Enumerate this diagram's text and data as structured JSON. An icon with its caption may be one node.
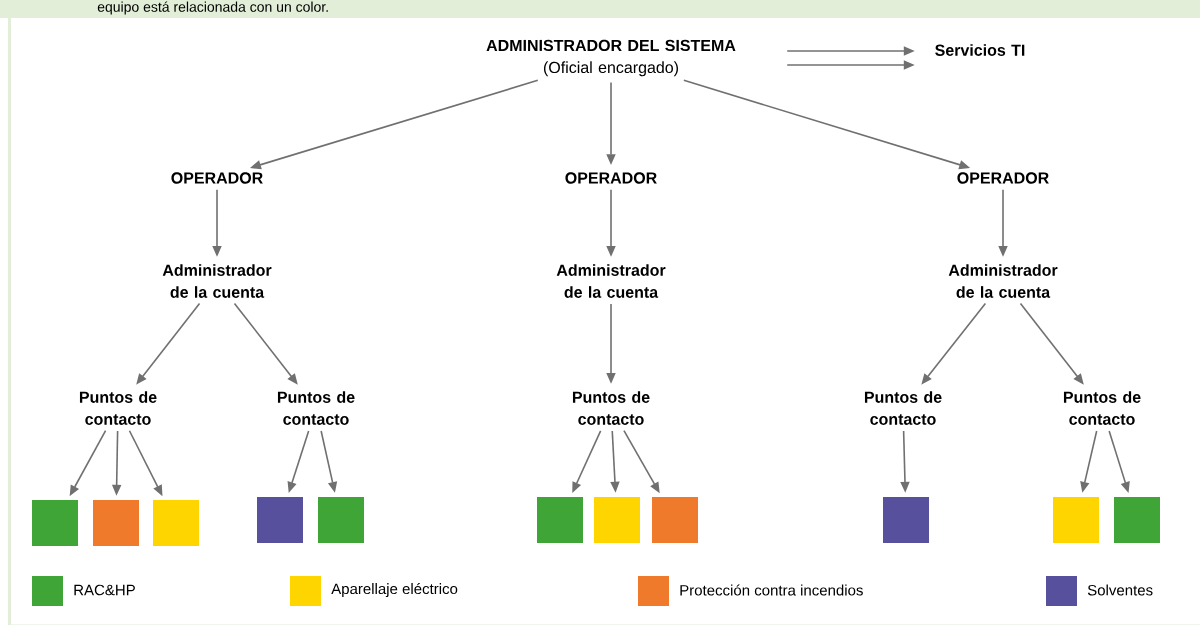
{
  "diagram": {
    "nodes": [
      {
        "text": [
          "ADMINISTRADOR DEL SISTEMA",
          "(Oficial encargado)"
        ]
      },
      {
        "text": [
          "Servicios TI"
        ]
      },
      {
        "text": [
          "OPERADOR"
        ]
      },
      {
        "text": [
          "OPERADOR"
        ]
      },
      {
        "text": [
          "OPERADOR"
        ]
      },
      {
        "text": [
          "Administrador de la cuenta"
        ]
      },
      {
        "text": [
          "Administrador de la cuenta"
        ]
      },
      {
        "text": [
          "Administrador de la cuenta"
        ]
      },
      {
        "text": [
          "Puntos de contacto"
        ]
      },
      {
        "text": [
          "Puntos de contacto"
        ]
      },
      {
        "text": [
          "Puntos de contacto"
        ]
      },
      {
        "text": [
          "Puntos de contacto"
        ]
      },
      {
        "text": [
          "Puntos de contacto"
        ]
      },
      {
        "text": [],
        "shape": "box"
      },
      {
        "text": [],
        "shape": "box"
      },
      {
        "text": [],
        "shape": "box"
      },
      {
        "text": [],
        "shape": "box"
      },
      {
        "text": [],
        "shape": "box"
      },
      {
        "text": [],
        "shape": "box"
      },
      {
        "text": [],
        "shape": "box"
      },
      {
        "text": [],
        "shape": "box"
      },
      {
        "text": [],
        "shape": "box"
      },
      {
        "text": [],
        "shape": "box"
      },
      {
        "text": [],
        "shape": "box"
      }
    ],
    "edges": [
      {
        "from": 0,
        "to": 1,
        "arrow": "to"
      },
      {
        "from": 0,
        "to": 1,
        "arrow": "to"
      },
      {
        "from": 0,
        "to": 2,
        "arrow": "to"
      },
      {
        "from": 0,
        "to": 3,
        "arrow": "to"
      },
      {
        "from": 0,
        "to": 4,
        "arrow": "to"
      },
      {
        "from": 2,
        "to": 5,
        "arrow": "to"
      },
      {
        "from": 3,
        "to": 6,
        "arrow": "to"
      },
      {
        "from": 4,
        "to": 7,
        "arrow": "to"
      },
      {
        "from": 5,
        "to": 8,
        "arrow": "to"
      },
      {
        "from": 5,
        "to": 9,
        "arrow": "to"
      },
      {
        "from": 6,
        "to": 10,
        "arrow": "to"
      },
      {
        "from": 7,
        "to": 11,
        "arrow": "to"
      },
      {
        "from": 7,
        "to": 12,
        "arrow": "to"
      },
      {
        "from": 8,
        "to": 13,
        "arrow": "to"
      },
      {
        "from": 8,
        "to": 14,
        "arrow": "to"
      },
      {
        "from": 8,
        "to": 15,
        "arrow": "to"
      },
      {
        "from": 9,
        "to": 16,
        "arrow": "to"
      },
      {
        "from": 9,
        "to": 17,
        "arrow": "to"
      },
      {
        "from": 10,
        "to": 18,
        "arrow": "to"
      },
      {
        "from": 10,
        "to": 19,
        "arrow": "to"
      },
      {
        "from": 10,
        "to": 20,
        "arrow": "to"
      },
      {
        "from": 11,
        "to": 21,
        "arrow": "to"
      },
      {
        "from": 12,
        "to": 22,
        "arrow": "to"
      },
      {
        "from": 12,
        "to": 23,
        "arrow": "to"
      }
    ],
    "labels": [
      "equipo está relacionada con un color."
    ],
    "legend": [
      {
        "text": "RAC&HP",
        "color": "#3ea536"
      },
      {
        "text": "Aparellaje eléctrico",
        "color": "#ffd500"
      },
      {
        "text": "Protección contra incendios",
        "color": "#f07a2c"
      },
      {
        "text": "Solventes",
        "color": "#56509d"
      }
    ]
  }
}
